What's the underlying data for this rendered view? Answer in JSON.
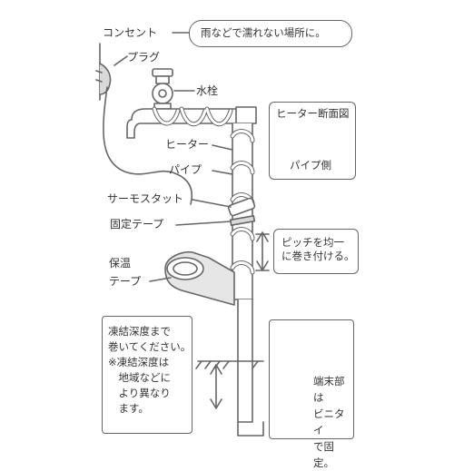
{
  "colors": {
    "line": "#666666",
    "fill_gray": "#d9d9d9",
    "tape_fill": "#e6e6e6",
    "text": "#333333",
    "bg": "#ffffff"
  },
  "labels": {
    "outlet": "コンセント",
    "plug": "プラグ",
    "faucet": "水栓",
    "heater": "ヒーター",
    "pipe": "パイプ",
    "thermostat": "サーモスタット",
    "fixing_tape": "固定テープ",
    "insulation_tape": "保温\nテープ"
  },
  "callouts": {
    "outlet_note": "雨などで濡れない場所に。",
    "cross_section_title": "ヒーター断面図",
    "cross_section_side": "パイプ側",
    "pitch_note": "ピッチを均一\nに巻き付ける。",
    "freeze_depth_note": "凍結深度まで\n巻いてください。\n※凍結深度は\n　地域などに\n　より異なり\n　ます。",
    "end_note": "端末部は\nビニタイ\nで固定。"
  },
  "icons": [
    "plug-icon",
    "faucet-handle-icon",
    "down-arrow-icon",
    "ground-hatch-icon",
    "twist-tie-icon"
  ]
}
